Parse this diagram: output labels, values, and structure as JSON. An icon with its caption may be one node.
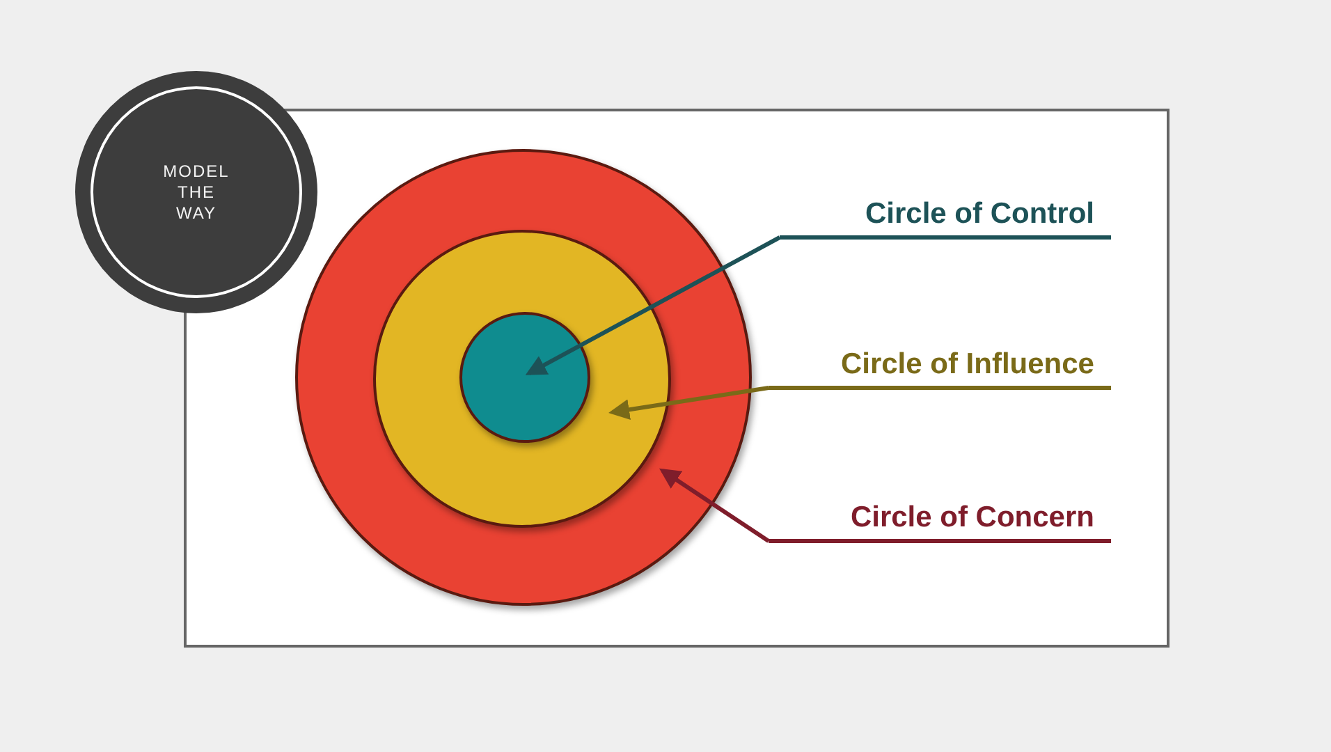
{
  "diagram": {
    "nodes": [
      {
        "text": [
          "MODEL THE WAY"
        ]
      },
      {
        "text": [],
        "shape": "circle"
      },
      {
        "text": [],
        "shape": "circle",
        "in": 1
      },
      {
        "text": [],
        "shape": "circle",
        "in": 2
      },
      {
        "text": [
          "Circle of Control"
        ]
      },
      {
        "text": [
          "Circle of Influence"
        ]
      },
      {
        "text": [
          "Circle of Concern"
        ]
      }
    ],
    "edges": [
      {
        "from": 4,
        "to": 3,
        "arrow": "to",
        "color": "#1d5257"
      },
      {
        "from": 5,
        "to": 2,
        "arrow": "to",
        "color": "#7a6a18"
      },
      {
        "from": 6,
        "to": 1,
        "arrow": "to",
        "color": "#7f1d2b"
      }
    ]
  }
}
